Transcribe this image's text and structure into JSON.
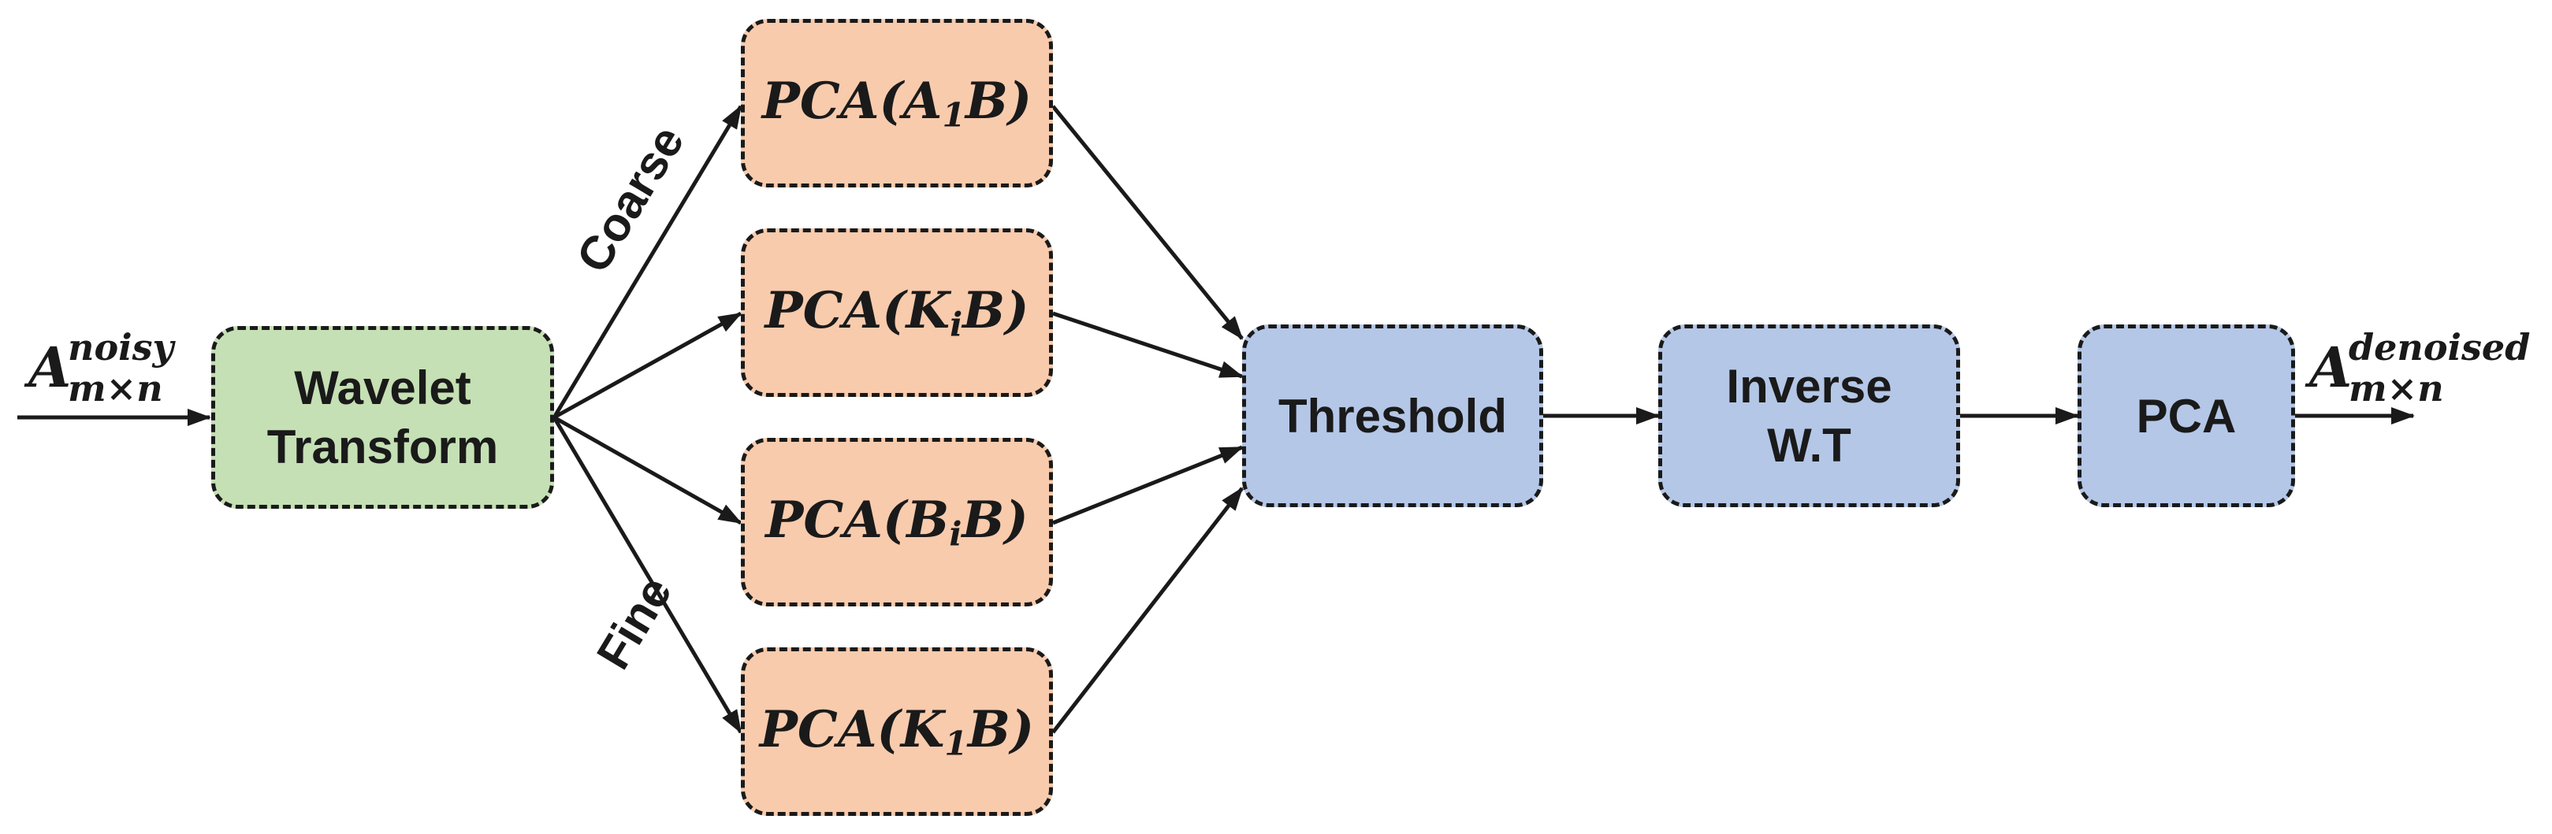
{
  "input_label": {
    "base": "A",
    "sup": "noisy",
    "sub": "m×n"
  },
  "output_label": {
    "base": "A",
    "sup": "denoised",
    "sub": "m×n"
  },
  "boxes": {
    "wavelet": "Wavelet\nTransform",
    "pca_a1": {
      "fn": "PCA(",
      "var": "A",
      "sub": "1",
      "tail": "B)"
    },
    "pca_ki": {
      "fn": "PCA(",
      "var": "K",
      "sub": "i",
      "tail": "B)"
    },
    "pca_bi": {
      "fn": "PCA(",
      "var": "B",
      "sub": "i",
      "tail": "B)"
    },
    "pca_k1": {
      "fn": "PCA(",
      "var": "K",
      "sub": "1",
      "tail": "B)"
    },
    "threshold": "Threshold",
    "inverse": "Inverse\nW.T",
    "pca": "PCA"
  },
  "branch_labels": {
    "coarse": "Coarse",
    "fine": "Fine"
  },
  "colors": {
    "wavelet_fill": "#c5e0b4",
    "pca_branch_fill": "#f8cbad",
    "processing_fill": "#b4c7e7",
    "stroke": "#1a1a1a"
  }
}
